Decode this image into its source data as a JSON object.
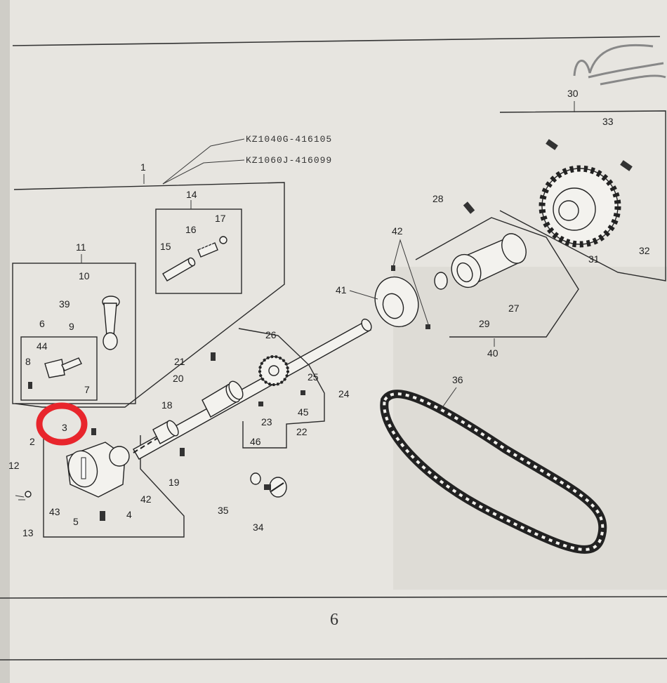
{
  "codes": [
    "KZ1040G-416105",
    "KZ1060J-416099"
  ],
  "page_number": "6",
  "colors": {
    "paper": "#eceae6",
    "ink": "#2b2b2b",
    "highlight": "#e8252c"
  },
  "highlight": {
    "target": "3",
    "shape": "hand-drawn circle"
  },
  "callouts": {
    "c1": "1",
    "c2": "2",
    "c3": "3",
    "c4": "4",
    "c5": "5",
    "c6": "6",
    "c7": "7",
    "c8": "8",
    "c9": "9",
    "c10": "10",
    "c11": "11",
    "c12": "12",
    "c13": "13",
    "c14": "14",
    "c15": "15",
    "c16": "16",
    "c17": "17",
    "c18": "18",
    "c19": "19",
    "c20": "20",
    "c21": "21",
    "c22": "22",
    "c23": "23",
    "c24": "24",
    "c25": "25",
    "c26": "26",
    "c27": "27",
    "c28": "28",
    "c29": "29",
    "c30": "30",
    "c31": "31",
    "c32": "32",
    "c33": "33",
    "c34": "34",
    "c35": "35",
    "c36": "36",
    "c39": "39",
    "c40": "40",
    "c41": "41",
    "c42": "42",
    "c43": "43",
    "c44": "44",
    "c45": "45",
    "c46": "46"
  }
}
